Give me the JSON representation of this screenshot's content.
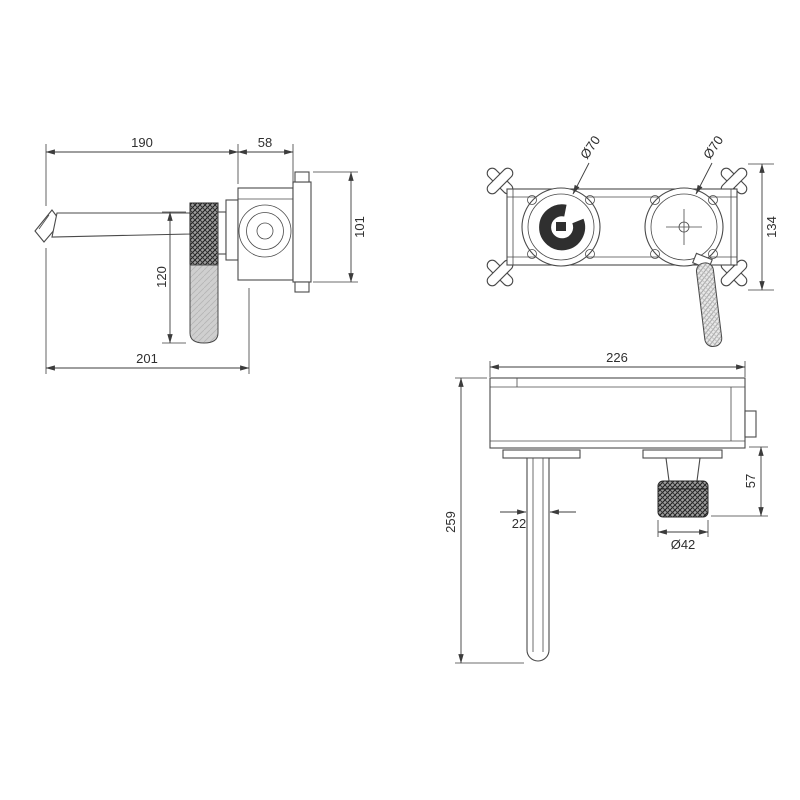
{
  "drawing": {
    "side_view": {
      "dims": {
        "spout_length": "190",
        "valve_depth": "58",
        "plate_height": "101",
        "handle_drop": "120",
        "overall_projection": "201"
      }
    },
    "front_view": {
      "dims": {
        "left_hole_diameter": "Ø70",
        "right_hole_diameter": "Ø70",
        "body_height": "134"
      }
    },
    "plan_view": {
      "dims": {
        "body_width": "226",
        "handle_height": "57",
        "spout_diameter": "22",
        "handle_knob_diameter": "Ø42",
        "overall_depth": "259"
      }
    }
  },
  "colors": {
    "background": "#ffffff",
    "line": "#3c3c3c",
    "knurl_dark": "#2e2e2e",
    "metal_light": "#cfcfcf"
  }
}
